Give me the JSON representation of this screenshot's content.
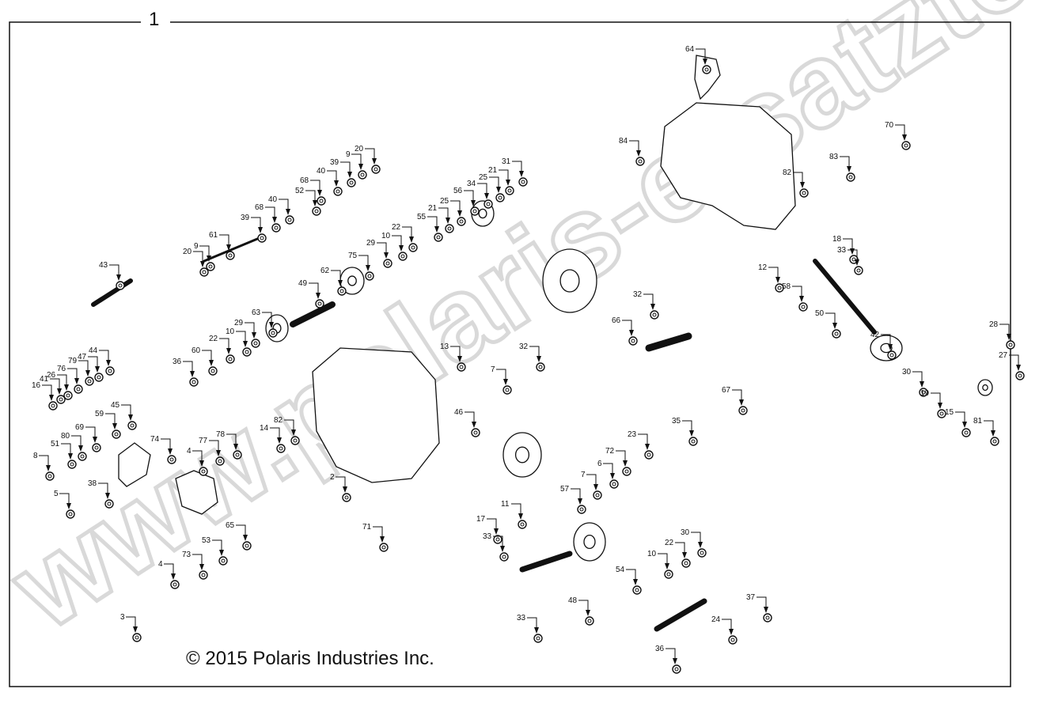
{
  "diagram": {
    "title": "1",
    "copyright": "© 2015 Polaris Industries Inc.",
    "watermark": "www.polaris-ersatzteile.de",
    "callouts": [
      "64",
      "70",
      "84",
      "82",
      "83",
      "18",
      "33",
      "12",
      "58",
      "50",
      "42",
      "30",
      "28",
      "27",
      "19",
      "15",
      "81",
      "67",
      "35",
      "23",
      "72",
      "6",
      "7",
      "7",
      "57",
      "11",
      "17",
      "33",
      "30",
      "22",
      "10",
      "54",
      "48",
      "33",
      "37",
      "24",
      "36",
      "66",
      "32",
      "32",
      "31",
      "21",
      "25",
      "34",
      "56",
      "25",
      "21",
      "55",
      "22",
      "10",
      "29",
      "75",
      "62",
      "49",
      "63",
      "29",
      "10",
      "22",
      "60",
      "36",
      "20",
      "9",
      "39",
      "40",
      "68",
      "52",
      "40",
      "68",
      "39",
      "61",
      "9",
      "20",
      "43",
      "44",
      "47",
      "79",
      "76",
      "26",
      "41",
      "16",
      "45",
      "59",
      "69",
      "80",
      "51",
      "8",
      "74",
      "38",
      "5",
      "77",
      "78",
      "4",
      "65",
      "53",
      "73",
      "4",
      "3",
      "14",
      "82",
      "2",
      "13",
      "46",
      "71"
    ],
    "colors": {
      "line": "#111111",
      "watermark": "#d9d9d9"
    }
  }
}
